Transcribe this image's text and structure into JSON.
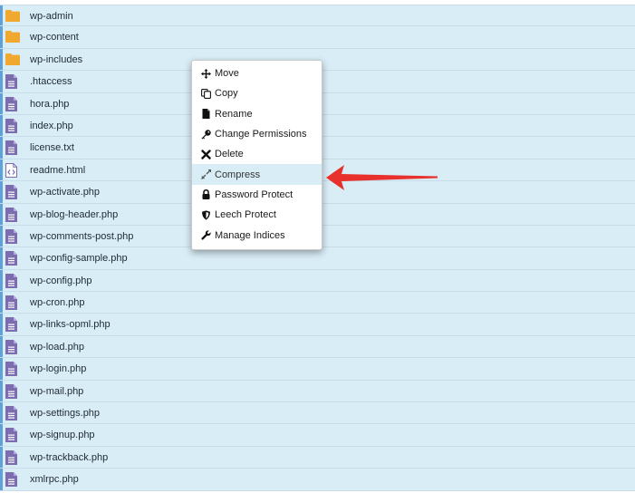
{
  "files": [
    {
      "name": "wp-admin",
      "type": "folder"
    },
    {
      "name": "wp-content",
      "type": "folder"
    },
    {
      "name": "wp-includes",
      "type": "folder"
    },
    {
      "name": ".htaccess",
      "type": "file"
    },
    {
      "name": "hora.php",
      "type": "file"
    },
    {
      "name": "index.php",
      "type": "file"
    },
    {
      "name": "license.txt",
      "type": "file"
    },
    {
      "name": "readme.html",
      "type": "html"
    },
    {
      "name": "wp-activate.php",
      "type": "file"
    },
    {
      "name": "wp-blog-header.php",
      "type": "file"
    },
    {
      "name": "wp-comments-post.php",
      "type": "file"
    },
    {
      "name": "wp-config-sample.php",
      "type": "file"
    },
    {
      "name": "wp-config.php",
      "type": "file"
    },
    {
      "name": "wp-cron.php",
      "type": "file"
    },
    {
      "name": "wp-links-opml.php",
      "type": "file"
    },
    {
      "name": "wp-load.php",
      "type": "file"
    },
    {
      "name": "wp-login.php",
      "type": "file"
    },
    {
      "name": "wp-mail.php",
      "type": "file"
    },
    {
      "name": "wp-settings.php",
      "type": "file"
    },
    {
      "name": "wp-signup.php",
      "type": "file"
    },
    {
      "name": "wp-trackback.php",
      "type": "file"
    },
    {
      "name": "xmlrpc.php",
      "type": "file"
    }
  ],
  "context_menu": {
    "items": [
      {
        "label": "Move",
        "icon": "move-icon"
      },
      {
        "label": "Copy",
        "icon": "copy-icon"
      },
      {
        "label": "Rename",
        "icon": "rename-icon"
      },
      {
        "label": "Change Permissions",
        "icon": "key-icon"
      },
      {
        "label": "Delete",
        "icon": "delete-icon"
      },
      {
        "label": "Compress",
        "icon": "compress-icon"
      },
      {
        "label": "Password Protect",
        "icon": "lock-icon"
      },
      {
        "label": "Leech Protect",
        "icon": "shield-icon"
      },
      {
        "label": "Manage Indices",
        "icon": "wrench-icon"
      }
    ],
    "highlighted_item": "Compress"
  },
  "colors": {
    "row_bg": "#d9edf7",
    "row_accent": "#5ea2d9",
    "folder": "#f0a830",
    "file": "#7b6db0",
    "arrow": "#e8302c"
  }
}
